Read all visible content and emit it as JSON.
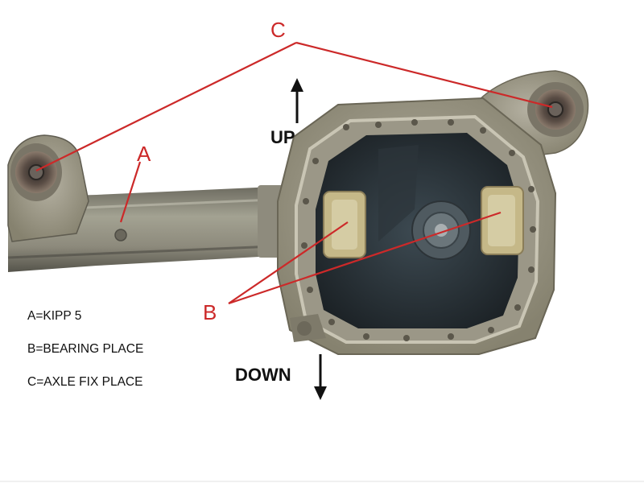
{
  "labels": {
    "a": "A",
    "b": "B",
    "c": "C"
  },
  "directions": {
    "up": "UP",
    "down": "DOWN"
  },
  "legend": [
    "A=KIPP 5",
    "B=BEARING PLACE",
    "C=AXLE FIX PLACE"
  ],
  "colors": {
    "callout": "#cc2929",
    "text": "#111111"
  }
}
